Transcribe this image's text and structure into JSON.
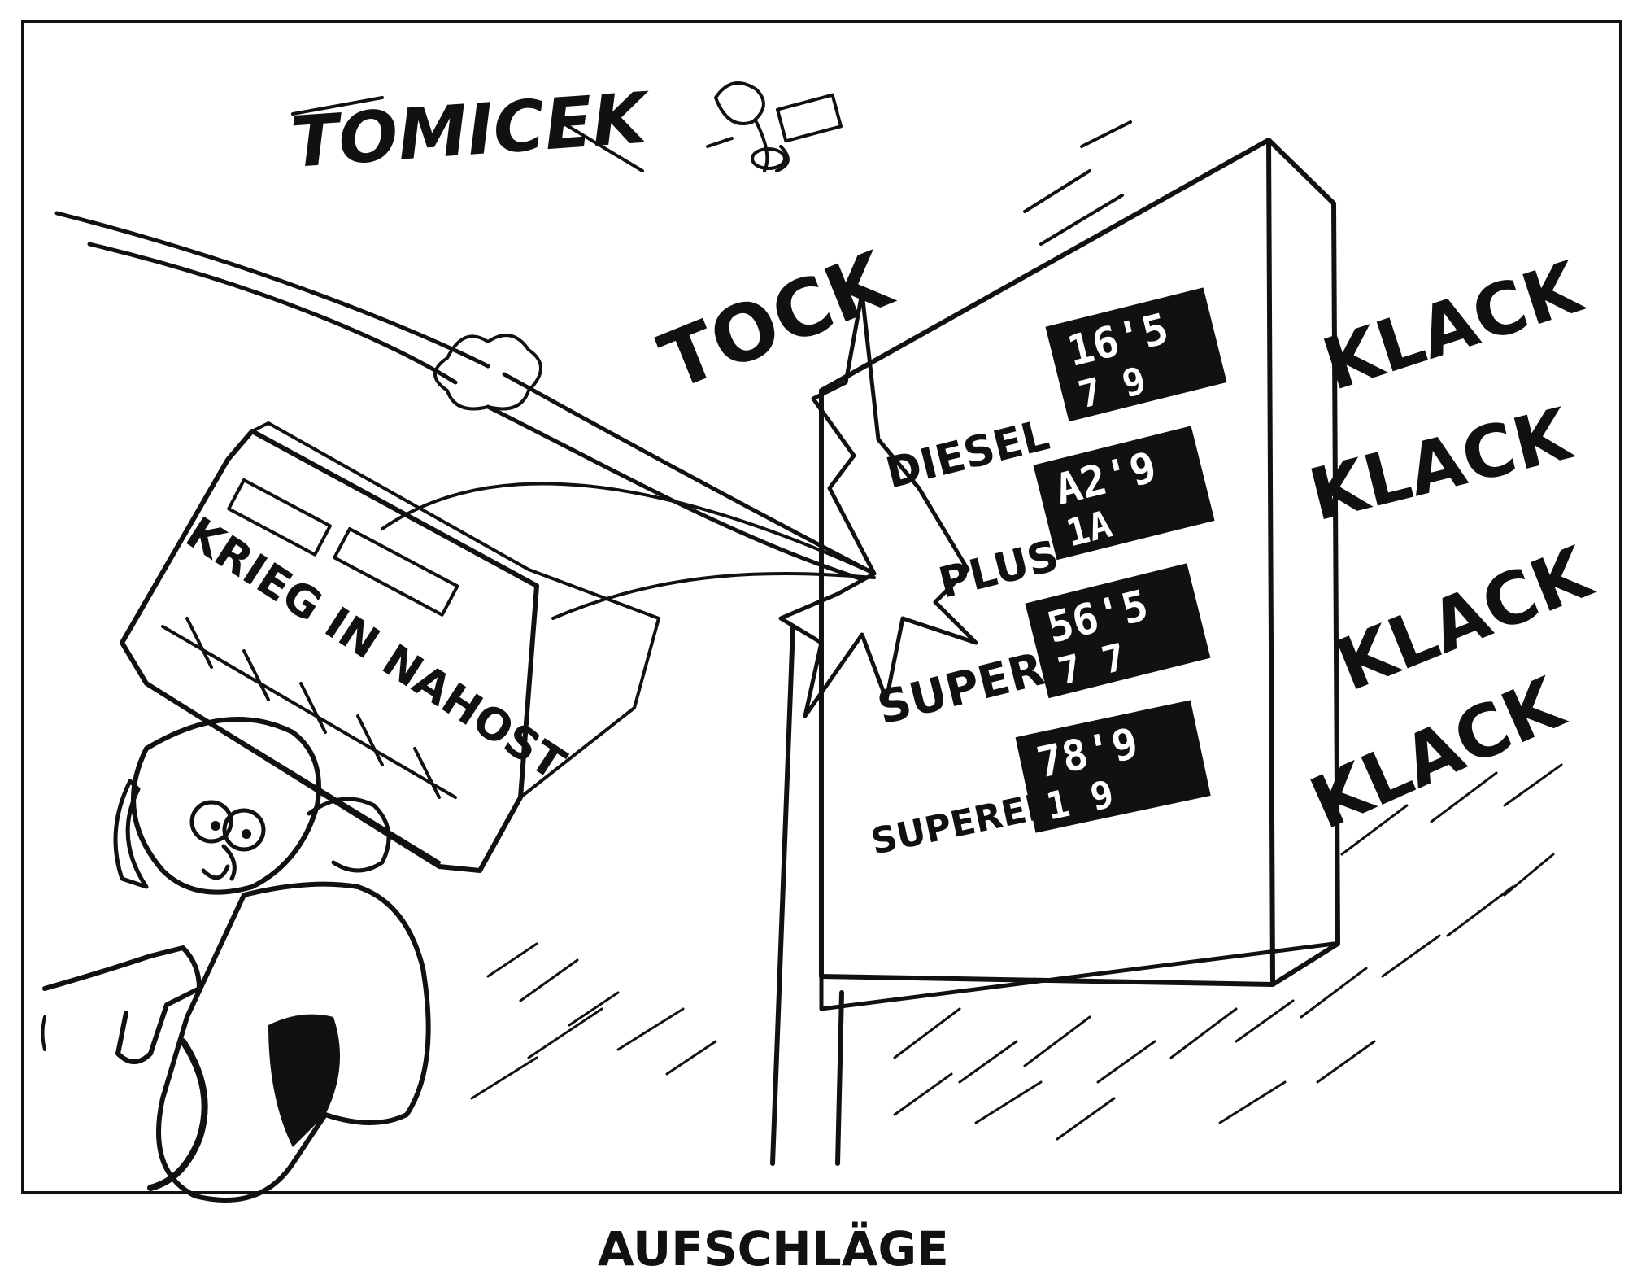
{
  "signature": "TOMICEK",
  "caption": "AUFSCHLÄGE",
  "newspaper": {
    "headline": "KRIEG IN NAHOST"
  },
  "sounds": {
    "tock": "TOCK",
    "klack": [
      "KLACK",
      "KLACK",
      "KLACK",
      "KLACK"
    ]
  },
  "price_board": {
    "rows": [
      {
        "label": "DIESEL",
        "top": "16'5",
        "bottom": "7 9"
      },
      {
        "label": "PLUS",
        "top": "A2'9",
        "bottom": "1A"
      },
      {
        "label": "SUPER",
        "top": "56'5",
        "bottom": "7 7"
      },
      {
        "label": "SUPEREIO",
        "top": "78'9",
        "bottom": "1 9"
      }
    ]
  },
  "colors": {
    "ink": "#111111",
    "paper": "#ffffff"
  }
}
